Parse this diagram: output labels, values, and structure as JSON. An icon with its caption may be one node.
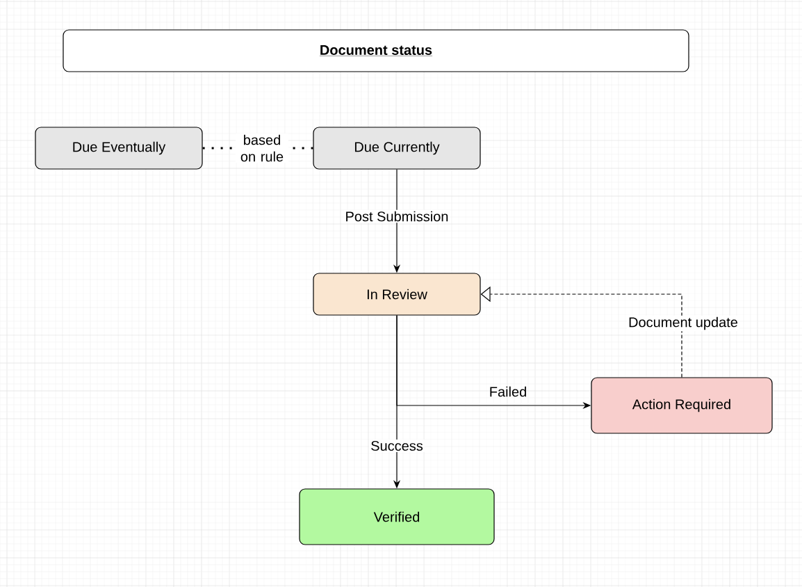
{
  "diagram": {
    "nodes": [
      {
        "text": [
          "Document status"
        ]
      },
      {
        "text": [
          "Due Eventually"
        ]
      },
      {
        "text": [
          "Due Currently"
        ]
      },
      {
        "text": [
          "In Review"
        ]
      },
      {
        "text": [
          "Action Required"
        ]
      },
      {
        "text": [
          "Verified"
        ]
      }
    ],
    "edges": [
      {
        "from": 1,
        "to": 2,
        "arrow": "none",
        "style": "dashed",
        "label": "based on rule"
      },
      {
        "from": 2,
        "to": 3,
        "arrow": "to",
        "label": "Post Submission"
      },
      {
        "from": 3,
        "to": 4,
        "arrow": "to",
        "label": "Failed"
      },
      {
        "from": 3,
        "to": 5,
        "arrow": "to",
        "label": "Success"
      },
      {
        "from": 4,
        "to": 3,
        "arrow": "to",
        "style": "dashed",
        "label": "Document update"
      }
    ]
  }
}
